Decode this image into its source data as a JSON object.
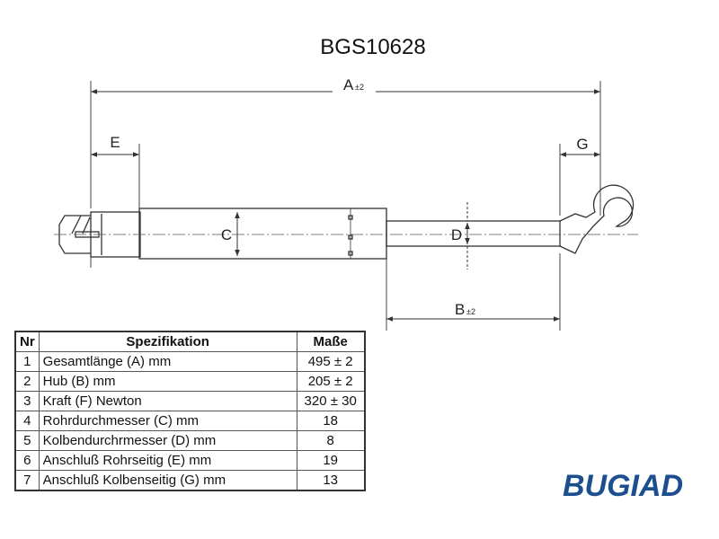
{
  "title": "BGS10628",
  "dimensions": {
    "A": {
      "letter": "A",
      "tol": "±2"
    },
    "B": {
      "letter": "B",
      "tol": "±2"
    },
    "C": {
      "letter": "C"
    },
    "D": {
      "letter": "D"
    },
    "E": {
      "letter": "E"
    },
    "G": {
      "letter": "G"
    }
  },
  "table": {
    "headers": {
      "nr": "Nr",
      "spec": "Spezifikation",
      "value": "Maße"
    },
    "rows": [
      {
        "nr": "1",
        "spec": "Gesamtlänge (A) mm",
        "value": "495 ± 2"
      },
      {
        "nr": "2",
        "spec": "Hub (B)   mm",
        "value": "205 ± 2"
      },
      {
        "nr": "3",
        "spec": "Kraft (F) Newton",
        "value": "320 ± 30"
      },
      {
        "nr": "4",
        "spec": "Rohrdurchmesser (C) mm",
        "value": "18"
      },
      {
        "nr": "5",
        "spec": "Kolbendurchrmesser (D) mm",
        "value": "8"
      },
      {
        "nr": "6",
        "spec": "Anschluß Rohrseitig (E) mm",
        "value": "19"
      },
      {
        "nr": "7",
        "spec": "Anschluß Kolbenseitig (G) mm",
        "value": "13"
      }
    ]
  },
  "logo": {
    "text": "BUGIAD"
  },
  "colors": {
    "line": "#333333",
    "logo": "#1d4f8f"
  }
}
